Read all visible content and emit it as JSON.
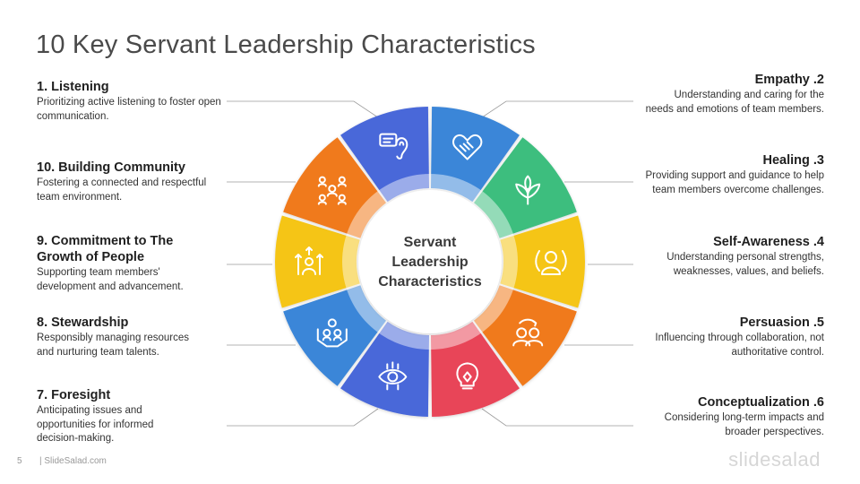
{
  "title": "10 Key Servant Leadership Characteristics",
  "center": {
    "line1": "Servant",
    "line2": "Leadership",
    "line3": "Characteristics"
  },
  "items": [
    {
      "heading": "1. Listening",
      "desc": "Prioritizing  active listening to foster open communication.",
      "color": "#4A68D9",
      "icon": "listening-icon"
    },
    {
      "heading": "Empathy .2",
      "desc": "Understanding  and caring for the needs and emotions of team members.",
      "color": "#3B86D8",
      "icon": "heart-handshake-icon"
    },
    {
      "heading": "Healing .3",
      "desc": "Providing support and guidance to help team members overcome challenges.",
      "color": "#3DBE7E",
      "icon": "plant-icon"
    },
    {
      "heading": "Self-Awareness .4",
      "desc": "Understanding personal strengths, weaknesses, values, and beliefs.",
      "color": "#F5C518",
      "icon": "self-awareness-icon"
    },
    {
      "heading": "Persuasion .5",
      "desc": "Influencing through collaboration,  not authoritative control.",
      "color": "#F07A1E",
      "icon": "persuasion-icon"
    },
    {
      "heading": "Conceptualization .6",
      "desc": "Considering long-term impacts and broader perspectives.",
      "color": "#E84558",
      "icon": "idea-bulb-icon"
    },
    {
      "heading": "7. Foresight",
      "desc": "Anticipating  issues and opportunities  for informed decision-making.",
      "color": "#4A68D9",
      "icon": "eye-icon"
    },
    {
      "heading": "8. Stewardship",
      "desc": "Responsibly managing resources and nurturing team talents.",
      "color": "#3B86D8",
      "icon": "stewardship-icon"
    },
    {
      "heading": "9. Commitment to The Growth of People",
      "desc": "Supporting  team members' development  and advancement.",
      "color": "#F5C518",
      "icon": "growth-icon"
    },
    {
      "heading": "10. Building Community",
      "desc": "Fostering a connected and respectful team environment.",
      "color": "#F07A1E",
      "icon": "community-icon"
    }
  ],
  "footer": {
    "page": "5",
    "site": "| SlideSalad.com",
    "brand": "slidesalad"
  }
}
